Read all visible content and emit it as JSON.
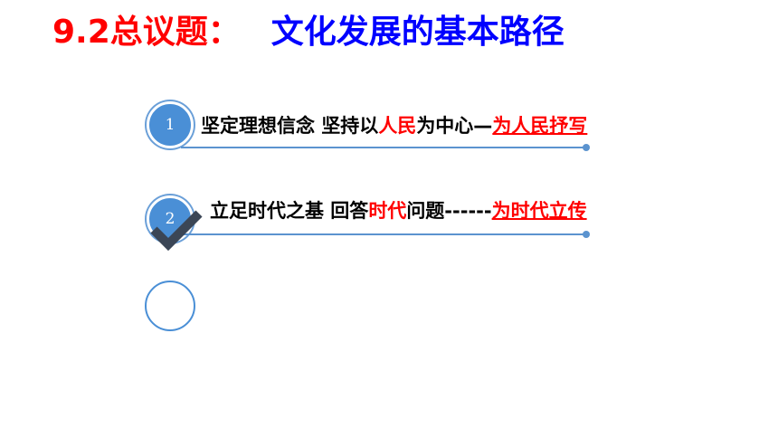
{
  "title": {
    "prefix": "9.2总议题：",
    "main": "文化发展的基本路径"
  },
  "items": [
    {
      "number": "1",
      "parts": [
        "坚定理想信念  坚持以",
        "人民",
        "为中心—",
        "为人民抒写"
      ]
    },
    {
      "number": "2",
      "parts": [
        "立足时代之基  回答",
        "时代",
        "问题------",
        "为时代立传"
      ]
    }
  ],
  "colors": {
    "red": "#ff0000",
    "blue": "#0000ff",
    "accent": "#4a8fd6"
  },
  "icons": {
    "check": "check-icon"
  }
}
